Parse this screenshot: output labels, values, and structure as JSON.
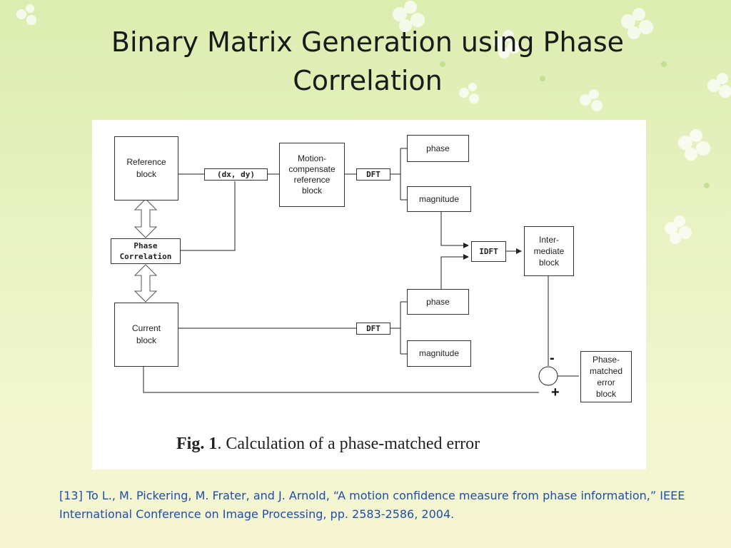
{
  "slide": {
    "title": "Binary Matrix Generation using Phase Correlation",
    "reference": "[13] To L., M. Pickering, M. Frater, and J. Arnold, “A motion confidence measure from phase information,” IEEE International Conference on Image Processing, pp. 2583-2586, 2004."
  },
  "diagram": {
    "blocks": {
      "reference_block": "Reference\nblock",
      "current_block": "Current\nblock",
      "phase_correlation": "Phase\nCorrelation",
      "dxdy": "(dx, dy)",
      "motion_compensated": "Motion-\ncompensate\nreference\nblock",
      "dft_top": "DFT",
      "dft_bottom": "DFT",
      "phase_top": "phase",
      "magnitude_top": "magnitude",
      "phase_bottom": "phase",
      "magnitude_bottom": "magnitude",
      "idft": "IDFT",
      "intermediate": "Inter-\nmediate\nblock",
      "phase_matched_error": "Phase-\nmatched\nerror\nblock"
    },
    "operators": {
      "minus": "-",
      "plus": "+"
    },
    "caption": {
      "fig_label": "Fig. 1",
      "text": ". Calculation of a phase-matched error"
    }
  }
}
